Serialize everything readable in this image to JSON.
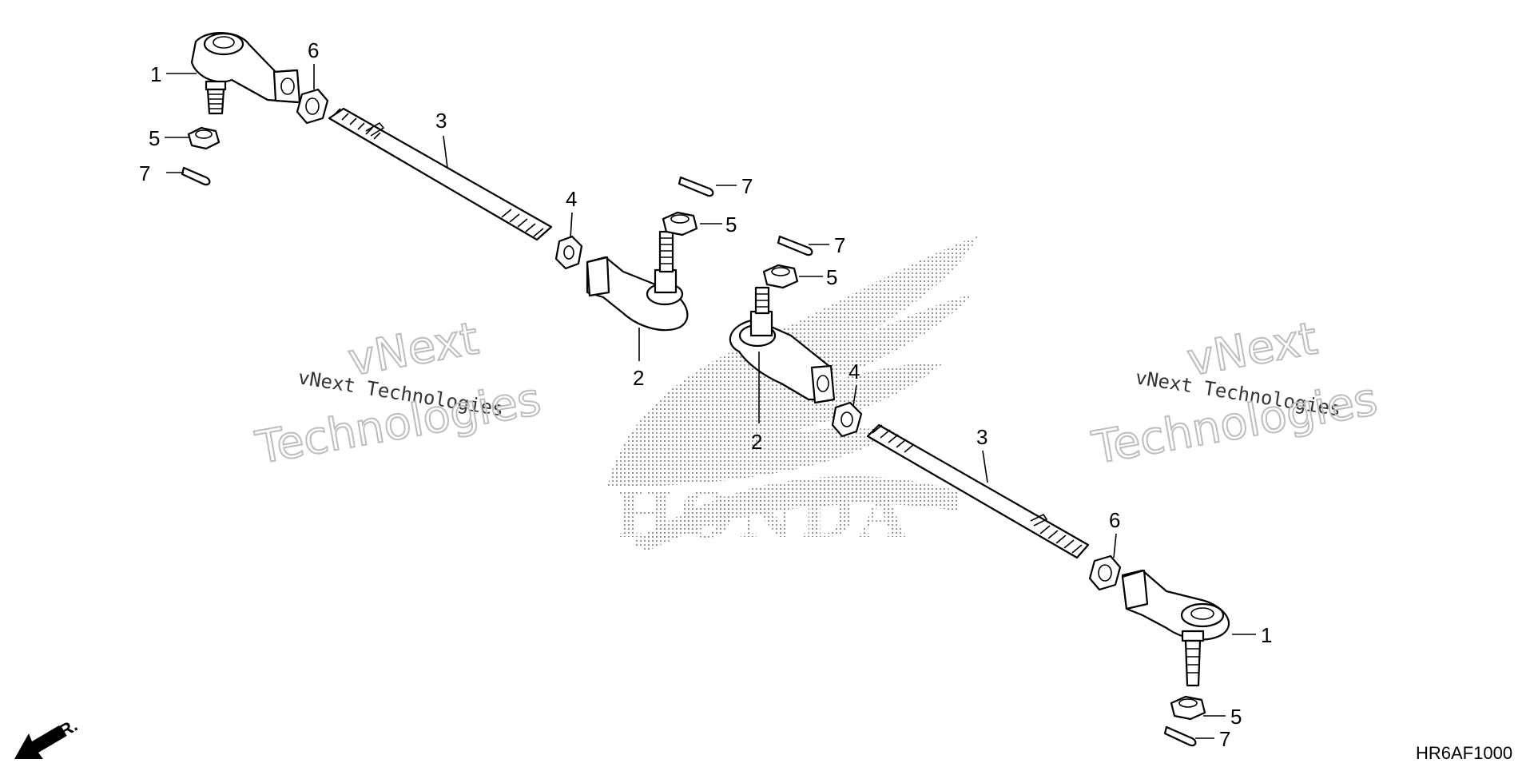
{
  "diagram": {
    "code": "HR6AF1000",
    "front_label": "FR.",
    "brand_mark": "HONDA",
    "watermarks": [
      {
        "line": "vNext Technologies"
      },
      {
        "line": "vNext"
      },
      {
        "line": "Technologies"
      },
      {
        "line": "vNext Technologies"
      },
      {
        "line": "vNext"
      },
      {
        "line": "Technologies"
      }
    ],
    "callouts": [
      {
        "text": "1"
      },
      {
        "text": "6"
      },
      {
        "text": "3"
      },
      {
        "text": "5"
      },
      {
        "text": "7"
      },
      {
        "text": "4"
      },
      {
        "text": "7"
      },
      {
        "text": "5"
      },
      {
        "text": "2"
      },
      {
        "text": "7"
      },
      {
        "text": "5"
      },
      {
        "text": "4"
      },
      {
        "text": "2"
      },
      {
        "text": "3"
      },
      {
        "text": "6"
      },
      {
        "text": "1"
      },
      {
        "text": "5"
      },
      {
        "text": "7"
      }
    ]
  }
}
